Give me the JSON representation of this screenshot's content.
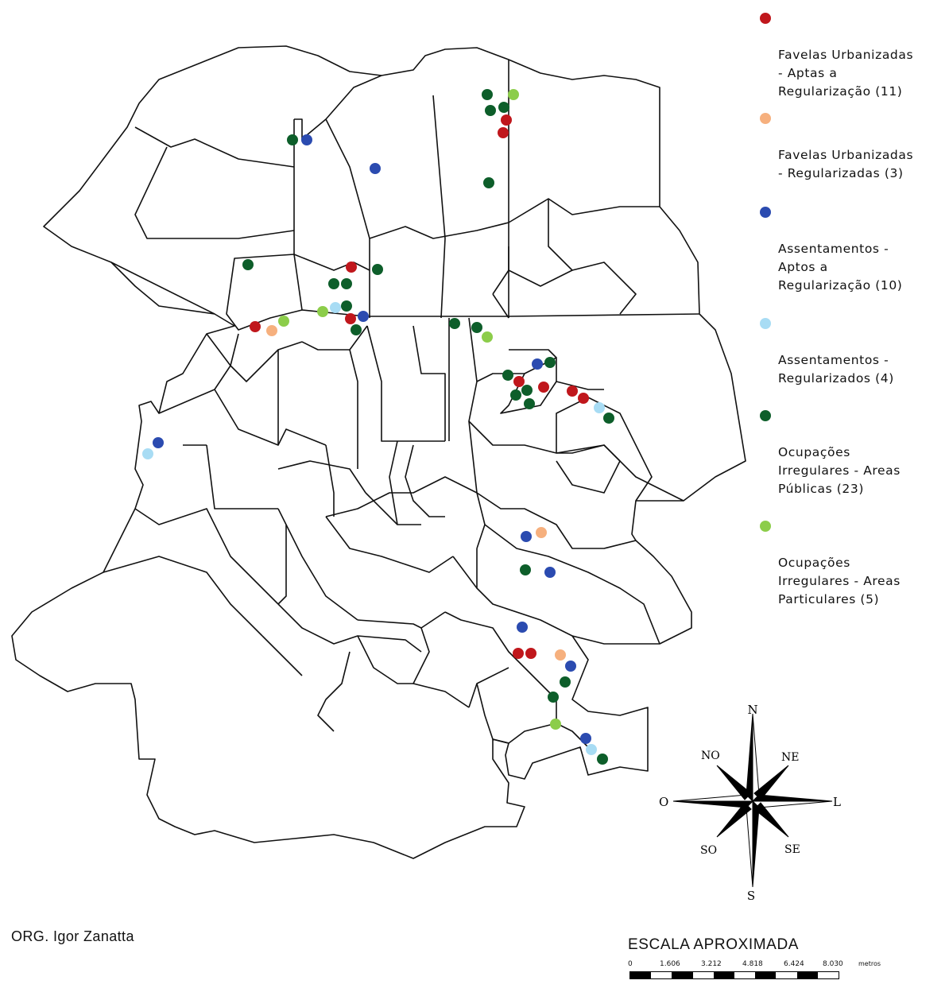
{
  "legend": {
    "items": [
      {
        "label": "Favelas Urbanizadas\n- Aptas a\nRegularização (11)",
        "color": "#c0171c"
      },
      {
        "label": "Favelas Urbanizadas\n- Regularizadas (3)",
        "color": "#f6b07e"
      },
      {
        "label": "Assentamentos -\nAptos a\nRegularização (10)",
        "color": "#2b4bb0"
      },
      {
        "label": "Assentamentos -\nRegularizados  (4)",
        "color": "#a8dcf4"
      },
      {
        "label": "Ocupações\nIrregulares - Areas\nPúblicas (23)",
        "color": "#0d5e2a"
      },
      {
        "label": "Ocupações\nIrregulares - Areas\nParticulares  (5)",
        "color": "#8ccd4a"
      }
    ]
  },
  "compass": {
    "n": "N",
    "s": "S",
    "l": "L",
    "o": "O",
    "ne": "NE",
    "no": "NO",
    "se": "SE",
    "so": "SO"
  },
  "credit": "ORG. Igor Zanatta",
  "scale": {
    "title": "ESCALA APROXIMADA",
    "ticks": [
      "0",
      "1.606",
      "3.212",
      "4.818",
      "6.424",
      "8.030"
    ],
    "unit": "metros"
  }
}
